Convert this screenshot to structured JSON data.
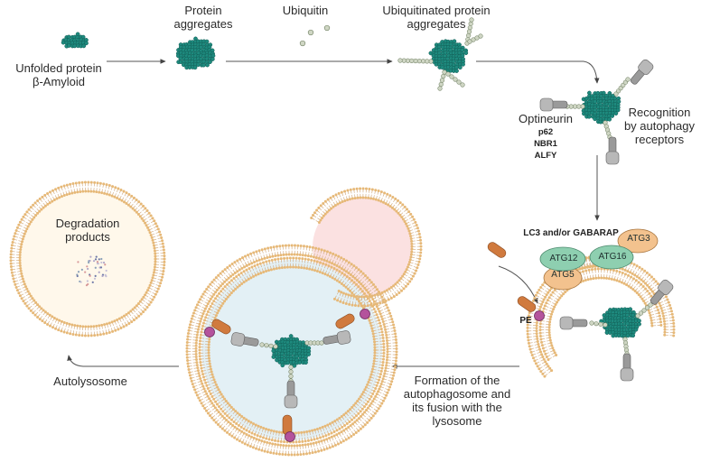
{
  "labels": {
    "unfolded": [
      "Unfolded protein",
      "β-Amyloid"
    ],
    "aggregates": [
      "Protein",
      "aggregates"
    ],
    "ubiquitin": "Ubiquitin",
    "ubiquitinated": [
      "Ubiquitinated protein",
      "aggregates"
    ],
    "receptors": [
      "Recognition",
      "by autophagy",
      "receptors"
    ],
    "optineurin": "Optineurin",
    "receptor_list": [
      "p62",
      "NBR1",
      "ALFY"
    ],
    "lc3": "LC3 and/or GABARAP",
    "atg": [
      "ATG12",
      "ATG16",
      "ATG3",
      "ATG5"
    ],
    "pe": "PE",
    "formation": [
      "Formation of the",
      "autophagosome and",
      "its fusion with the",
      "lysosome"
    ],
    "autolysosome": "Autolysosome",
    "degradation": [
      "Degradation",
      "products"
    ]
  },
  "colors": {
    "aggregate": "#1e8a7e",
    "ubiquitin": "#cfd6c4",
    "membrane_head": "#e6b877",
    "membrane_tail": "#d4b089",
    "receptor": "#9a9a9a",
    "lc3": "#d07a3e",
    "pe": "#b4539c",
    "atg_green": "#8ecfb0",
    "atg_orange": "#f3c28e",
    "lysosome_fill": "#fbe1e1",
    "autophagosome_fill": "#e3f0f5"
  }
}
